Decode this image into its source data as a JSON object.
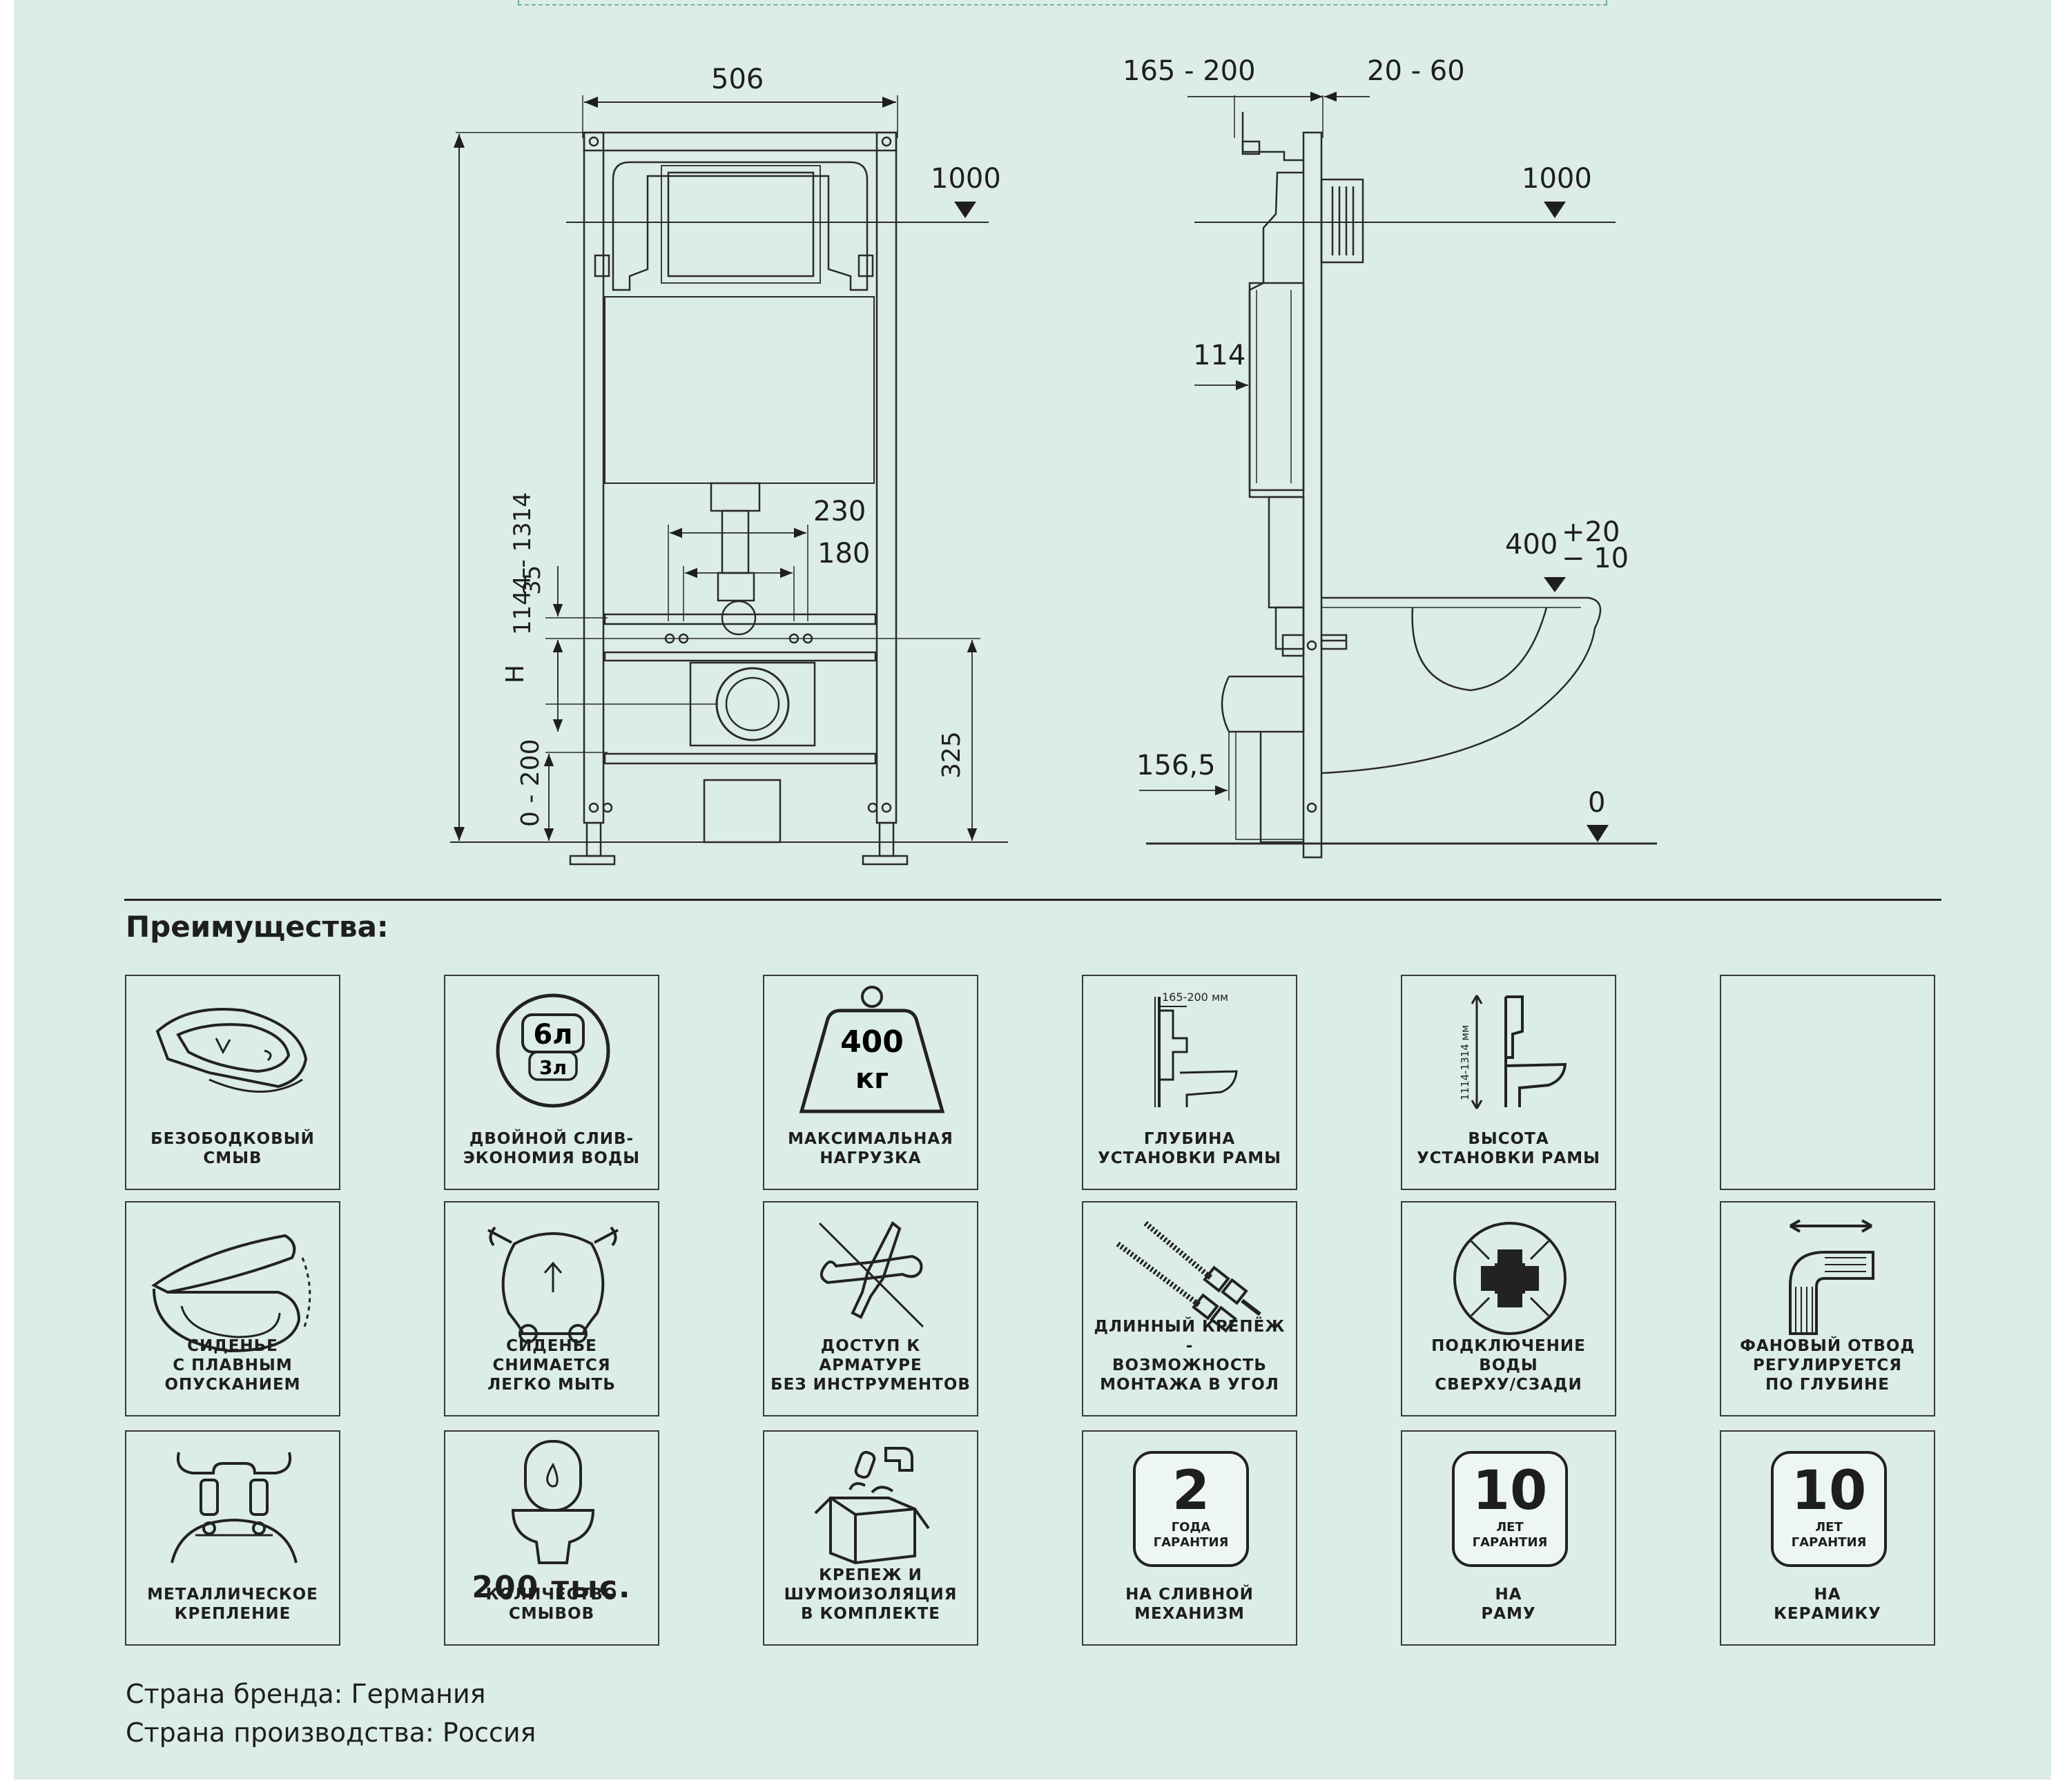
{
  "front_view": {
    "width": "506",
    "mark_1000": "1000",
    "dim_230": "230",
    "dim_180": "180",
    "dim_height": "1144 - 1314",
    "dim_35": "35",
    "dim_h": "H",
    "dim_0_200": "0 - 200",
    "dim_325": "325"
  },
  "side_view": {
    "depth": "165 - 200",
    "wall": "20 - 60",
    "mark_1000": "1000",
    "dim_114": "114",
    "seat_height": "400",
    "tol_plus": "+20",
    "tol_minus": "− 10",
    "dim_156": "156,5",
    "floor_mark": "0"
  },
  "advantages": {
    "title": "Преимущества:",
    "r1": [
      {
        "caption": "БЕЗОБОДКОВЫЙ\nСМЫВ",
        "icon": "rimless-bowl-icon"
      },
      {
        "caption": "ДВОЙНОЙ СЛИВ-\nЭКОНОМИЯ ВОДЫ",
        "icon": "dual-flush-icon",
        "big": "6л",
        "small": "3л"
      },
      {
        "caption": "МАКСИМАЛЬНАЯ\nНАГРУЗКА",
        "icon": "weight-icon",
        "big": "400",
        "small": "кг"
      },
      {
        "caption": "ГЛУБИНА\nУСТАНОВКИ РАМЫ",
        "icon": "frame-depth-icon",
        "note": "165-200 мм"
      },
      {
        "caption": "ВЫСОТА\nУСТАНОВКИ РАМЫ",
        "icon": "frame-height-icon",
        "note": "1114-1314 мм"
      },
      {
        "caption": "",
        "icon": "empty"
      }
    ],
    "r2": [
      {
        "caption": "СИДЕНЬЕ\nС ПЛАВНЫМ\nОПУСКАНИЕМ",
        "icon": "soft-close-seat-icon"
      },
      {
        "caption": "СИДЕНЬЕ\nСНИМАЕТСЯ\nЛЕГКО МЫТЬ",
        "icon": "removable-seat-icon"
      },
      {
        "caption": "ДОСТУП К АРМАТУРЕ\nБЕЗ ИНСТРУМЕНТОВ",
        "icon": "no-tools-icon"
      },
      {
        "caption": "ДЛИННЫЙ КРЕПЁЖ -\nВОЗМОЖНОСТЬ\nМОНТАЖА В УГОЛ",
        "icon": "long-bolts-icon"
      },
      {
        "caption": "ПОДКЛЮЧЕНИЕ ВОДЫ\nСВЕРХУ/СЗАДИ",
        "icon": "water-connection-icon"
      },
      {
        "caption": "ФАНОВЫЙ ОТВОД\nРЕГУЛИРУЕТСЯ\nПО ГЛУБИНЕ",
        "icon": "drain-pipe-icon"
      }
    ],
    "r3": [
      {
        "caption": "МЕТАЛЛИЧЕСКОЕ\nКРЕПЛЕНИЕ",
        "icon": "metal-fixing-icon"
      },
      {
        "caption": "КОЛИЧЕСТВО\nСМЫВОВ",
        "icon": "toilet-drop-icon",
        "big": "200 тыс."
      },
      {
        "caption": "КРЕПЕЖ И\nШУМОИЗОЛЯЦИЯ\nВ КОМПЛЕКТЕ",
        "icon": "kit-box-icon"
      },
      {
        "caption": "НА СЛИВНОЙ\nМЕХАНИЗМ",
        "icon": "warranty-badge-icon",
        "num": "2",
        "lbl": "ГОДА\nГАРАНТИЯ"
      },
      {
        "caption": "НА\nРАМУ",
        "icon": "warranty-badge-icon",
        "num": "10",
        "lbl": "ЛЕТ\nГАРАНТИЯ"
      },
      {
        "caption": "НА\nКЕРАМИКУ",
        "icon": "warranty-badge-icon",
        "num": "10",
        "lbl": "ЛЕТ\nГАРАНТИЯ"
      }
    ]
  },
  "footer": {
    "brand_country": "Страна бренда: Германия",
    "production_country": "Страна производства: Россия"
  }
}
